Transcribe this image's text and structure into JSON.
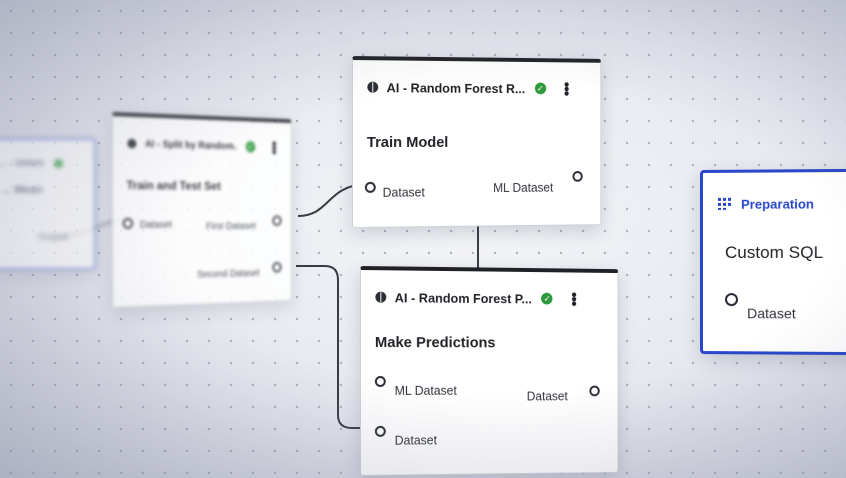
{
  "canvas": {
    "background": "#e9ebf0",
    "dot_color": "#9aa0ad",
    "wire_color": "#3a3c44"
  },
  "nodes": {
    "left_partial": {
      "header": "... - Union",
      "title": "... Mean",
      "port_out": "Output"
    },
    "split": {
      "header": "AI - Split by Random...",
      "title": "Train and Test Set",
      "port_in": "Dataset",
      "port_out_1": "First Dataset",
      "port_out_2": "Second Dataset"
    },
    "train": {
      "header": "AI - Random Forest R...",
      "title": "Train Model",
      "port_in": "Dataset",
      "port_out": "ML Dataset"
    },
    "predict": {
      "header": "AI - Random Forest P...",
      "title": "Make Predictions",
      "port_in_1": "ML Dataset",
      "port_in_2": "Dataset",
      "port_out": "Dataset"
    },
    "prep": {
      "header": "Preparation",
      "title": "Custom SQL",
      "port_in": "Dataset",
      "accent": "#2847c9"
    }
  },
  "icons": {
    "node_icon": "brain-icon",
    "status": "check-circle-icon",
    "menu": "kebab-menu-icon",
    "prep_icon": "grid-dots-icon"
  }
}
